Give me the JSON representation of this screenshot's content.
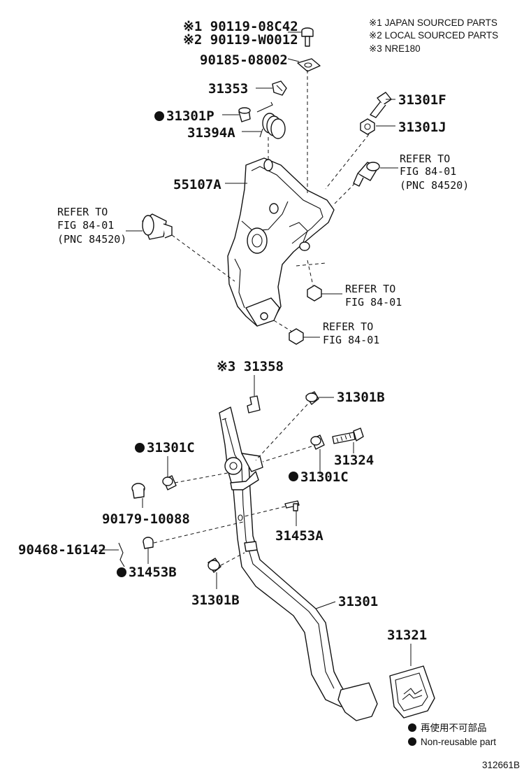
{
  "legend": {
    "notes": [
      "※1 JAPAN SOURCED PARTS",
      "※2 LOCAL SOURCED PARTS",
      "※3 NRE180"
    ],
    "non_reusable_jp": "再使用不可部品",
    "non_reusable_en": "Non-reusable part"
  },
  "figure_id": "312661B",
  "callouts": {
    "p_90119_08C42": "※1 90119-08C42",
    "p_90119_W0012": "※2 90119-W0012",
    "p_90185_08002": "90185-08002",
    "p_31353": "31353",
    "p_31301P": "31301P",
    "p_31394A": "31394A",
    "p_55107A": "55107A",
    "p_31301F": "31301F",
    "p_31301J": "31301J",
    "refer_right_1": "REFER TO",
    "refer_right_2": "FIG 84-01",
    "refer_right_3": "(PNC 84520)",
    "refer_left_1": "REFER TO",
    "refer_left_2": "FIG 84-01",
    "refer_left_3": "(PNC 84520)",
    "refer_nut1_1": "REFER TO",
    "refer_nut1_2": "FIG 84-01",
    "refer_nut2_1": "REFER TO",
    "refer_nut2_2": "FIG 84-01",
    "p_31358": "※3 31358",
    "p_31301B_top": "31301B",
    "p_31301C_left": "31301C",
    "p_31324": "31324",
    "p_31301C_right": "31301C",
    "p_90179_10088": "90179-10088",
    "p_31453A": "31453A",
    "p_90468_16142": "90468-16142",
    "p_31453B": "31453B",
    "p_31301B_bottom": "31301B",
    "p_31301": "31301",
    "p_31321": "31321"
  }
}
